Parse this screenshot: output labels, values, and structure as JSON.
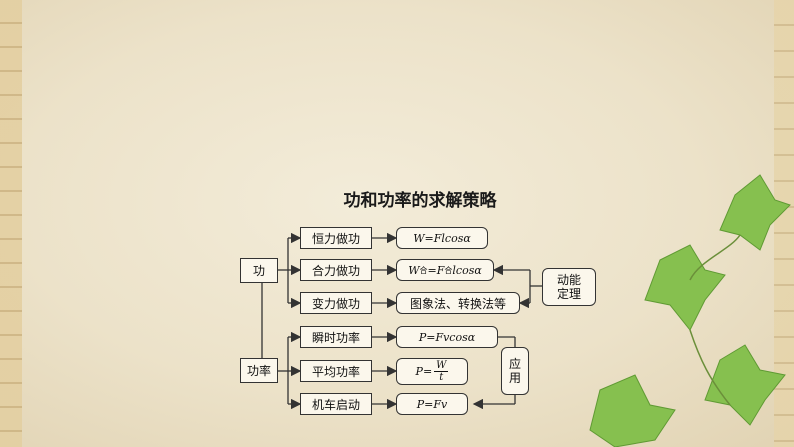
{
  "title": "功和功率的求解策略",
  "work": {
    "root": "功",
    "branches": [
      {
        "label": "恒力做功",
        "formula": "W=Flcosα"
      },
      {
        "label": "合力做功",
        "formula_parts": [
          "W",
          "合",
          "=F",
          "合",
          "lcosα"
        ]
      },
      {
        "label": "变力做功",
        "formula": "图象法、转换法等"
      }
    ]
  },
  "power": {
    "root": "功率",
    "branches": [
      {
        "label": "瞬时功率",
        "formula": "P=Fvcosα"
      },
      {
        "label": "平均功率",
        "formula_prefix": "P=",
        "numerator": "W",
        "denominator": "t"
      },
      {
        "label": "机车启动",
        "formula": "P=Fv"
      }
    ]
  },
  "side_boxes": {
    "theorem": [
      "动能",
      "定理"
    ],
    "apply": [
      "应",
      "用"
    ]
  },
  "colors": {
    "line": "#333333",
    "box_bg": "#fbf7ec",
    "leaf": "#7fbf4a"
  }
}
